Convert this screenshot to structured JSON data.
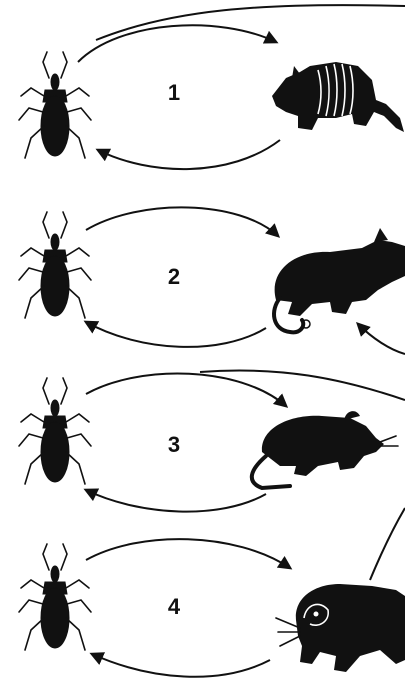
{
  "cycles": [
    {
      "number": "1",
      "host": "armadillo"
    },
    {
      "number": "2",
      "host": "opossum"
    },
    {
      "number": "3",
      "host": "rat"
    },
    {
      "number": "4",
      "host": "tree-squirrel"
    }
  ],
  "icons": {
    "vector": "triatomine-bug-icon"
  }
}
